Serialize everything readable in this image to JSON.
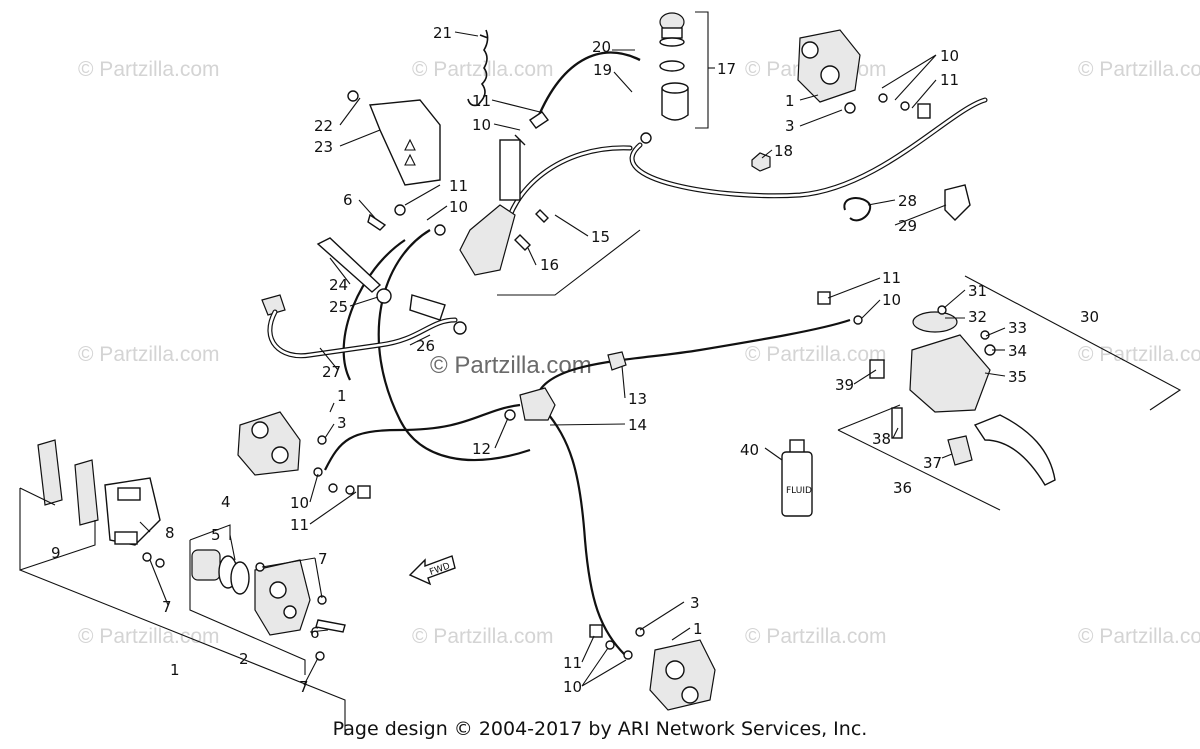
{
  "watermarks": {
    "small": "© Partzilla.com",
    "center": "© Partzilla.com"
  },
  "footer": "Page design © 2004-2017 by ARI Network Services, Inc.",
  "fluid_label": "FLUID",
  "fwd_label": "FWD",
  "callouts": [
    "21",
    "20",
    "19",
    "17",
    "10",
    "11",
    "1",
    "3",
    "18",
    "22",
    "23",
    "11",
    "10",
    "6",
    "11",
    "10",
    "15",
    "16",
    "24",
    "25",
    "28",
    "29",
    "26",
    "27",
    "11",
    "10",
    "31",
    "32",
    "30",
    "33",
    "34",
    "35",
    "39",
    "1",
    "3",
    "13",
    "12",
    "14",
    "38",
    "37",
    "36",
    "40",
    "10",
    "11",
    "9",
    "8",
    "4",
    "5",
    "7",
    "7",
    "2",
    "6",
    "1",
    "7",
    "3",
    "1",
    "11",
    "10"
  ]
}
